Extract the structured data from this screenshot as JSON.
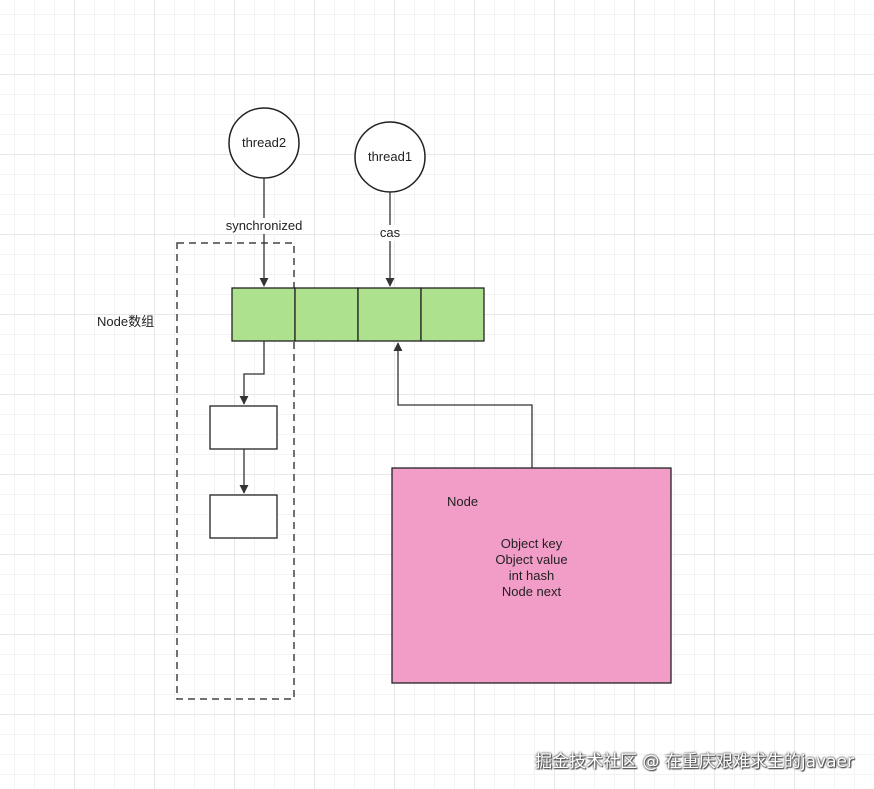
{
  "threads": {
    "thread2": {
      "label": "thread2",
      "edge_label": "synchronized"
    },
    "thread1": {
      "label": "thread1",
      "edge_label": "cas"
    }
  },
  "node_array": {
    "label": "Node数组",
    "cells": 4,
    "fill_color": "#aee18d"
  },
  "node_detail": {
    "title": "Node",
    "fields": [
      "Object key",
      "Object value",
      "int hash",
      "Node next"
    ],
    "fill_color": "#f29cc8"
  },
  "watermark": "掘金技术社区 @ 在重庆艰难求生的javaer"
}
